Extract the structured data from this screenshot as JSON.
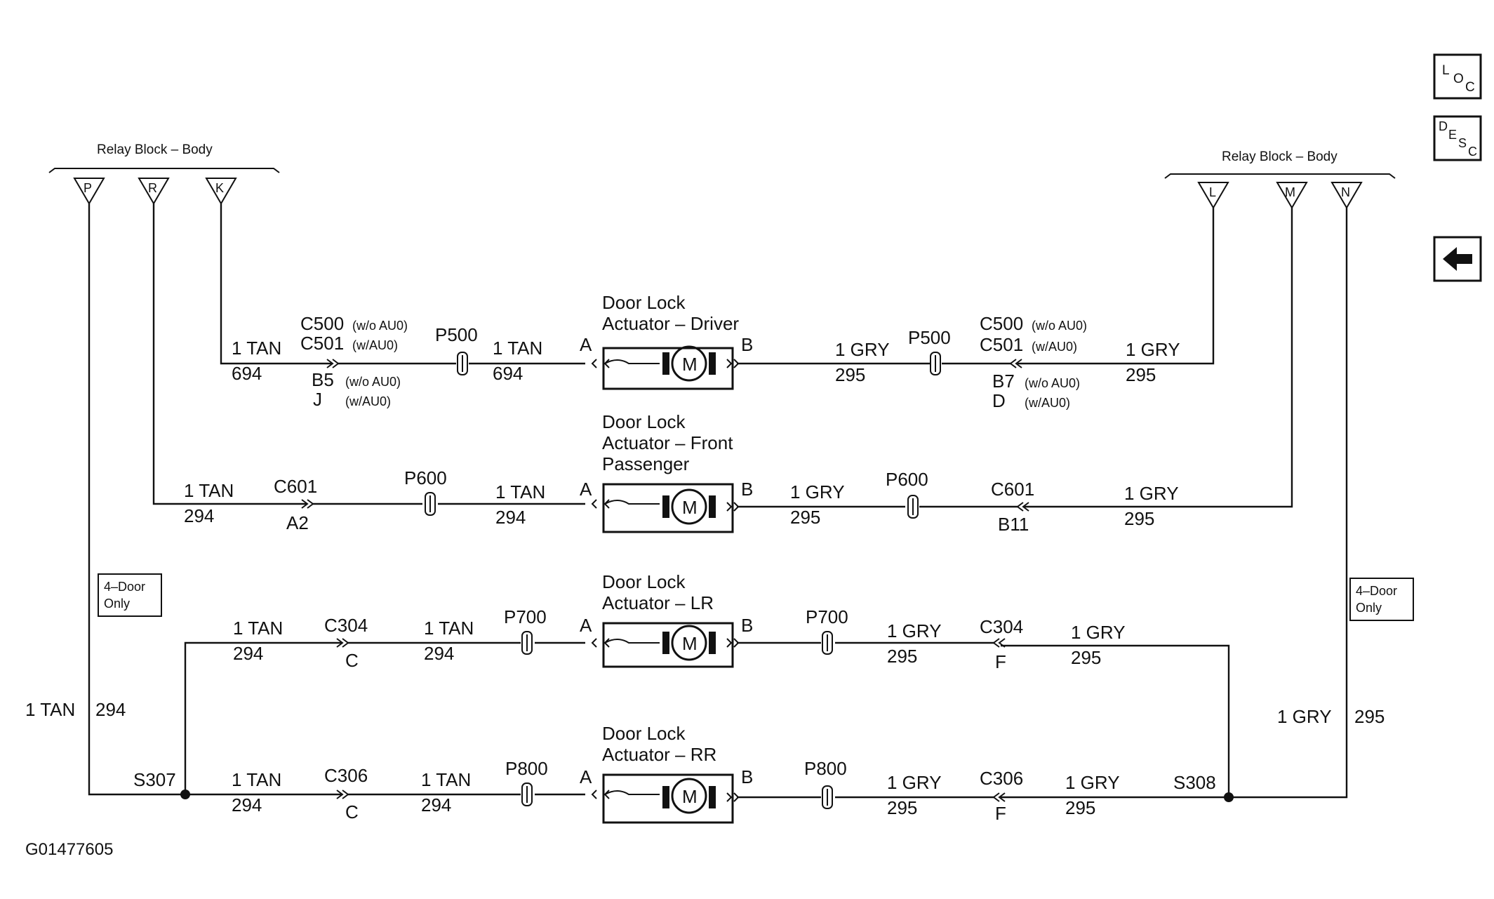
{
  "relay_left": {
    "title": "Relay Block – Body",
    "pins": [
      "P",
      "R",
      "K"
    ]
  },
  "relay_right": {
    "title": "Relay Block – Body",
    "pins": [
      "L",
      "M",
      "N"
    ]
  },
  "nav": {
    "loc": [
      "L",
      "O",
      "C"
    ],
    "desc": [
      "D",
      "E",
      "S",
      "C"
    ],
    "back_icon": "left-arrow-icon"
  },
  "actuators": {
    "driver": {
      "line1": "Door Lock",
      "line2": "Actuator – Driver",
      "line3": "",
      "pin_a": "A",
      "pin_b": "B",
      "motor": "M"
    },
    "front_pass": {
      "line1": "Door Lock",
      "line2": "Actuator – Front",
      "line3": "Passenger",
      "pin_a": "A",
      "pin_b": "B",
      "motor": "M"
    },
    "lr": {
      "line1": "Door Lock",
      "line2": "Actuator – LR",
      "line3": "",
      "pin_a": "A",
      "pin_b": "B",
      "motor": "M"
    },
    "rr": {
      "line1": "Door Lock",
      "line2": "Actuator – RR",
      "line3": "",
      "pin_a": "A",
      "pin_b": "B",
      "motor": "M"
    }
  },
  "row_driver": {
    "w1_color": "1 TAN",
    "w1_circuit": "694",
    "conn_c500": "C500",
    "conn_c500_note": "(w/o AU0)",
    "conn_c501": "C501",
    "conn_c501_note": "(w/AU0)",
    "pin_b5": "B5",
    "pin_b5_note": "(w/o AU0)",
    "pin_j": "J",
    "pin_j_note": "(w/AU0)",
    "splice_left": "P500",
    "w2_color": "1 TAN",
    "w2_circuit": "694",
    "w3_color": "1 GRY",
    "w3_circuit": "295",
    "splice_right": "P500",
    "rconn_c500": "C500",
    "rconn_c500_note": "(w/o AU0)",
    "rconn_c501": "C501",
    "rconn_c501_note": "(w/AU0)",
    "rpin_b7": "B7",
    "rpin_b7_note": "(w/o AU0)",
    "rpin_d": "D",
    "rpin_d_note": "(w/AU0)",
    "w4_color": "1 GRY",
    "w4_circuit": "295"
  },
  "row_front": {
    "w1_color": "1 TAN",
    "w1_circuit": "294",
    "conn_left": "C601",
    "conn_left_pin": "A2",
    "splice_left": "P600",
    "w2_color": "1 TAN",
    "w2_circuit": "294",
    "w3_color": "1 GRY",
    "w3_circuit": "295",
    "splice_right": "P600",
    "conn_right": "C601",
    "conn_right_pin": "B11",
    "w4_color": "1 GRY",
    "w4_circuit": "295"
  },
  "row_lr": {
    "w1_color": "1 TAN",
    "w1_circuit": "294",
    "conn_left": "C304",
    "conn_left_pin": "C",
    "w2_color": "1 TAN",
    "w2_circuit": "294",
    "splice_left": "P700",
    "splice_right": "P700",
    "w3_color": "1 GRY",
    "w3_circuit": "295",
    "conn_right": "C304",
    "conn_right_pin": "F",
    "w4_color": "1 GRY",
    "w4_circuit": "295"
  },
  "row_rr": {
    "w1_color": "1 TAN",
    "w1_circuit": "294",
    "conn_left": "C306",
    "conn_left_pin": "C",
    "w2_color": "1 TAN",
    "w2_circuit": "294",
    "splice_left": "P800",
    "splice_right": "P800",
    "w3_color": "1 GRY",
    "w3_circuit": "295",
    "conn_right": "C306",
    "conn_right_pin": "F",
    "w4_color": "1 GRY",
    "w4_circuit": "295"
  },
  "left_trunk": {
    "color": "1 TAN",
    "circuit": "294",
    "splice": "S307",
    "note_line1": "4–Door",
    "note_line2": "Only"
  },
  "right_trunk": {
    "color": "1 GRY",
    "circuit": "295",
    "splice": "S308",
    "note_line1": "4–Door",
    "note_line2": "Only"
  },
  "figure_id": "G01477605"
}
